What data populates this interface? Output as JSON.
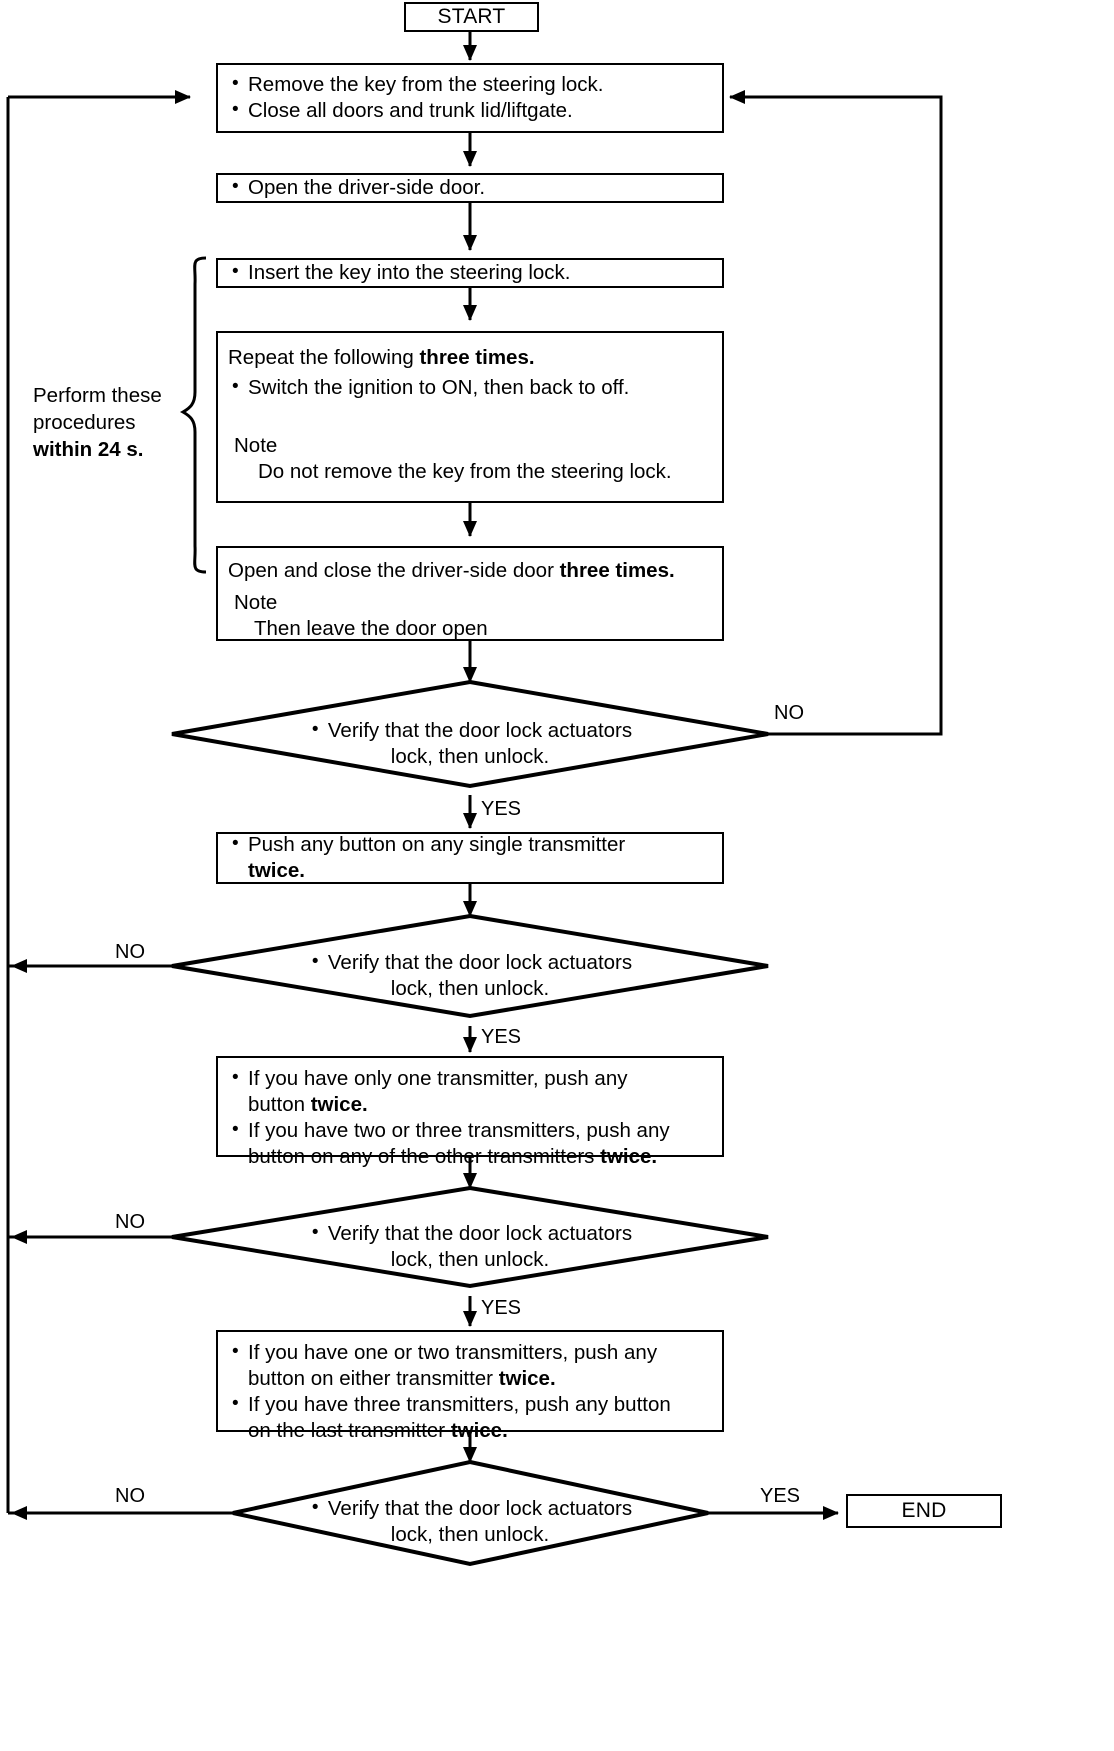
{
  "diagram": {
    "title_terminal": "START",
    "end_terminal": "END",
    "side_note": {
      "line1": "Perform these",
      "line2": "procedures",
      "line3_bold": "within 24 s."
    },
    "labels": {
      "yes": "YES",
      "no": "NO"
    },
    "steps": {
      "remove_key": {
        "bullet1": "Remove the key from  the steering lock.",
        "bullet2": "Close all doors and trunk lid/liftgate."
      },
      "open_door": {
        "bullet1": "Open the driver-side door."
      },
      "insert_key": {
        "bullet1": "Insert the key into the steering lock."
      },
      "repeat_ignition": {
        "heading_plain": "Repeat the following ",
        "heading_bold": "three times.",
        "bullet1": "Switch the ignition to ON, then back to off.",
        "note_label": "Note",
        "note_text": "Do not remove the key from the steering lock."
      },
      "open_close_door": {
        "heading_plain": "Open and close the driver-side door ",
        "heading_bold": "three times.",
        "note_label": "Note",
        "note_text": "Then leave the door open"
      },
      "push_single": {
        "bullet1_plain": "Push any button on any single transmitter",
        "bullet1_bold": "twice."
      },
      "push_other": {
        "b1_l1": "If you have only one transmitter, push any",
        "b1_l2_plain": "button ",
        "b1_l2_bold": "twice.",
        "b2_l1": "If you have two or three transmitters, push any",
        "b2_l2_plain": "button on any of the other transmitters ",
        "b2_l2_bold": "twice."
      },
      "push_last": {
        "b1_l1": "If you have one or two transmitters, push any",
        "b1_l2_plain": "button on either transmitter ",
        "b1_l2_bold": "twice.",
        "b2_l1": "If you have three transmitters, push any button",
        "b2_l2_plain": "on the last transmitter ",
        "b2_l2_bold": "twice."
      }
    },
    "decisions": {
      "verify1": {
        "line1": "Verify that the door lock actuators",
        "line2": "lock, then unlock."
      },
      "verify2": {
        "line1": "Verify that the door lock actuators",
        "line2": "lock, then unlock."
      },
      "verify3": {
        "line1": "Verify that the door lock actuators",
        "line2": "lock, then unlock."
      },
      "verify4": {
        "line1": "Verify that the door lock actuators",
        "line2": "lock, then unlock."
      }
    },
    "colors": {
      "stroke": "#000000",
      "background": "#ffffff"
    }
  }
}
